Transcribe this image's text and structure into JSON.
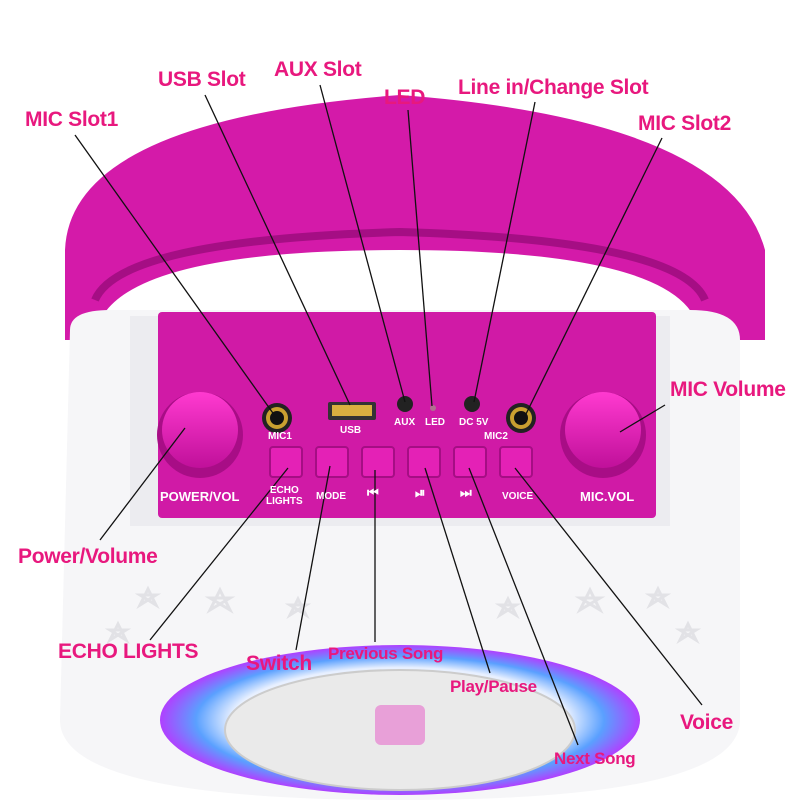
{
  "callouts": {
    "mic_slot1": "MIC Slot1",
    "usb_slot": "USB Slot",
    "aux_slot": "AUX Slot",
    "led": "LED",
    "line_in": "Line in/Change Slot",
    "mic_slot2": "MIC Slot2",
    "mic_volume": "MIC Volume",
    "power_volume": "Power/Volume",
    "echo_lights": "ECHO LIGHTS",
    "switch": "Switch",
    "previous_song": "Previous Song",
    "play_pause": "Play/Pause",
    "voice": "Voice",
    "next_song": "Next Song"
  },
  "panel": {
    "mic1": "MIC1",
    "usb": "USB",
    "aux": "AUX",
    "led": "LED",
    "dc5v": "DC 5V",
    "mic2": "MIC2",
    "power_vol": "POWER/VOL",
    "echo_lights": "ECHO\nLIGHTS",
    "mode": "MODE",
    "prev": "⏮",
    "play": "⏯",
    "next": "⏭",
    "voice": "VOICE",
    "mic_vol": "MIC.VOL"
  },
  "colors": {
    "label": "#e8187e",
    "device": "#d41aa9",
    "panel": "#d01aa6"
  }
}
